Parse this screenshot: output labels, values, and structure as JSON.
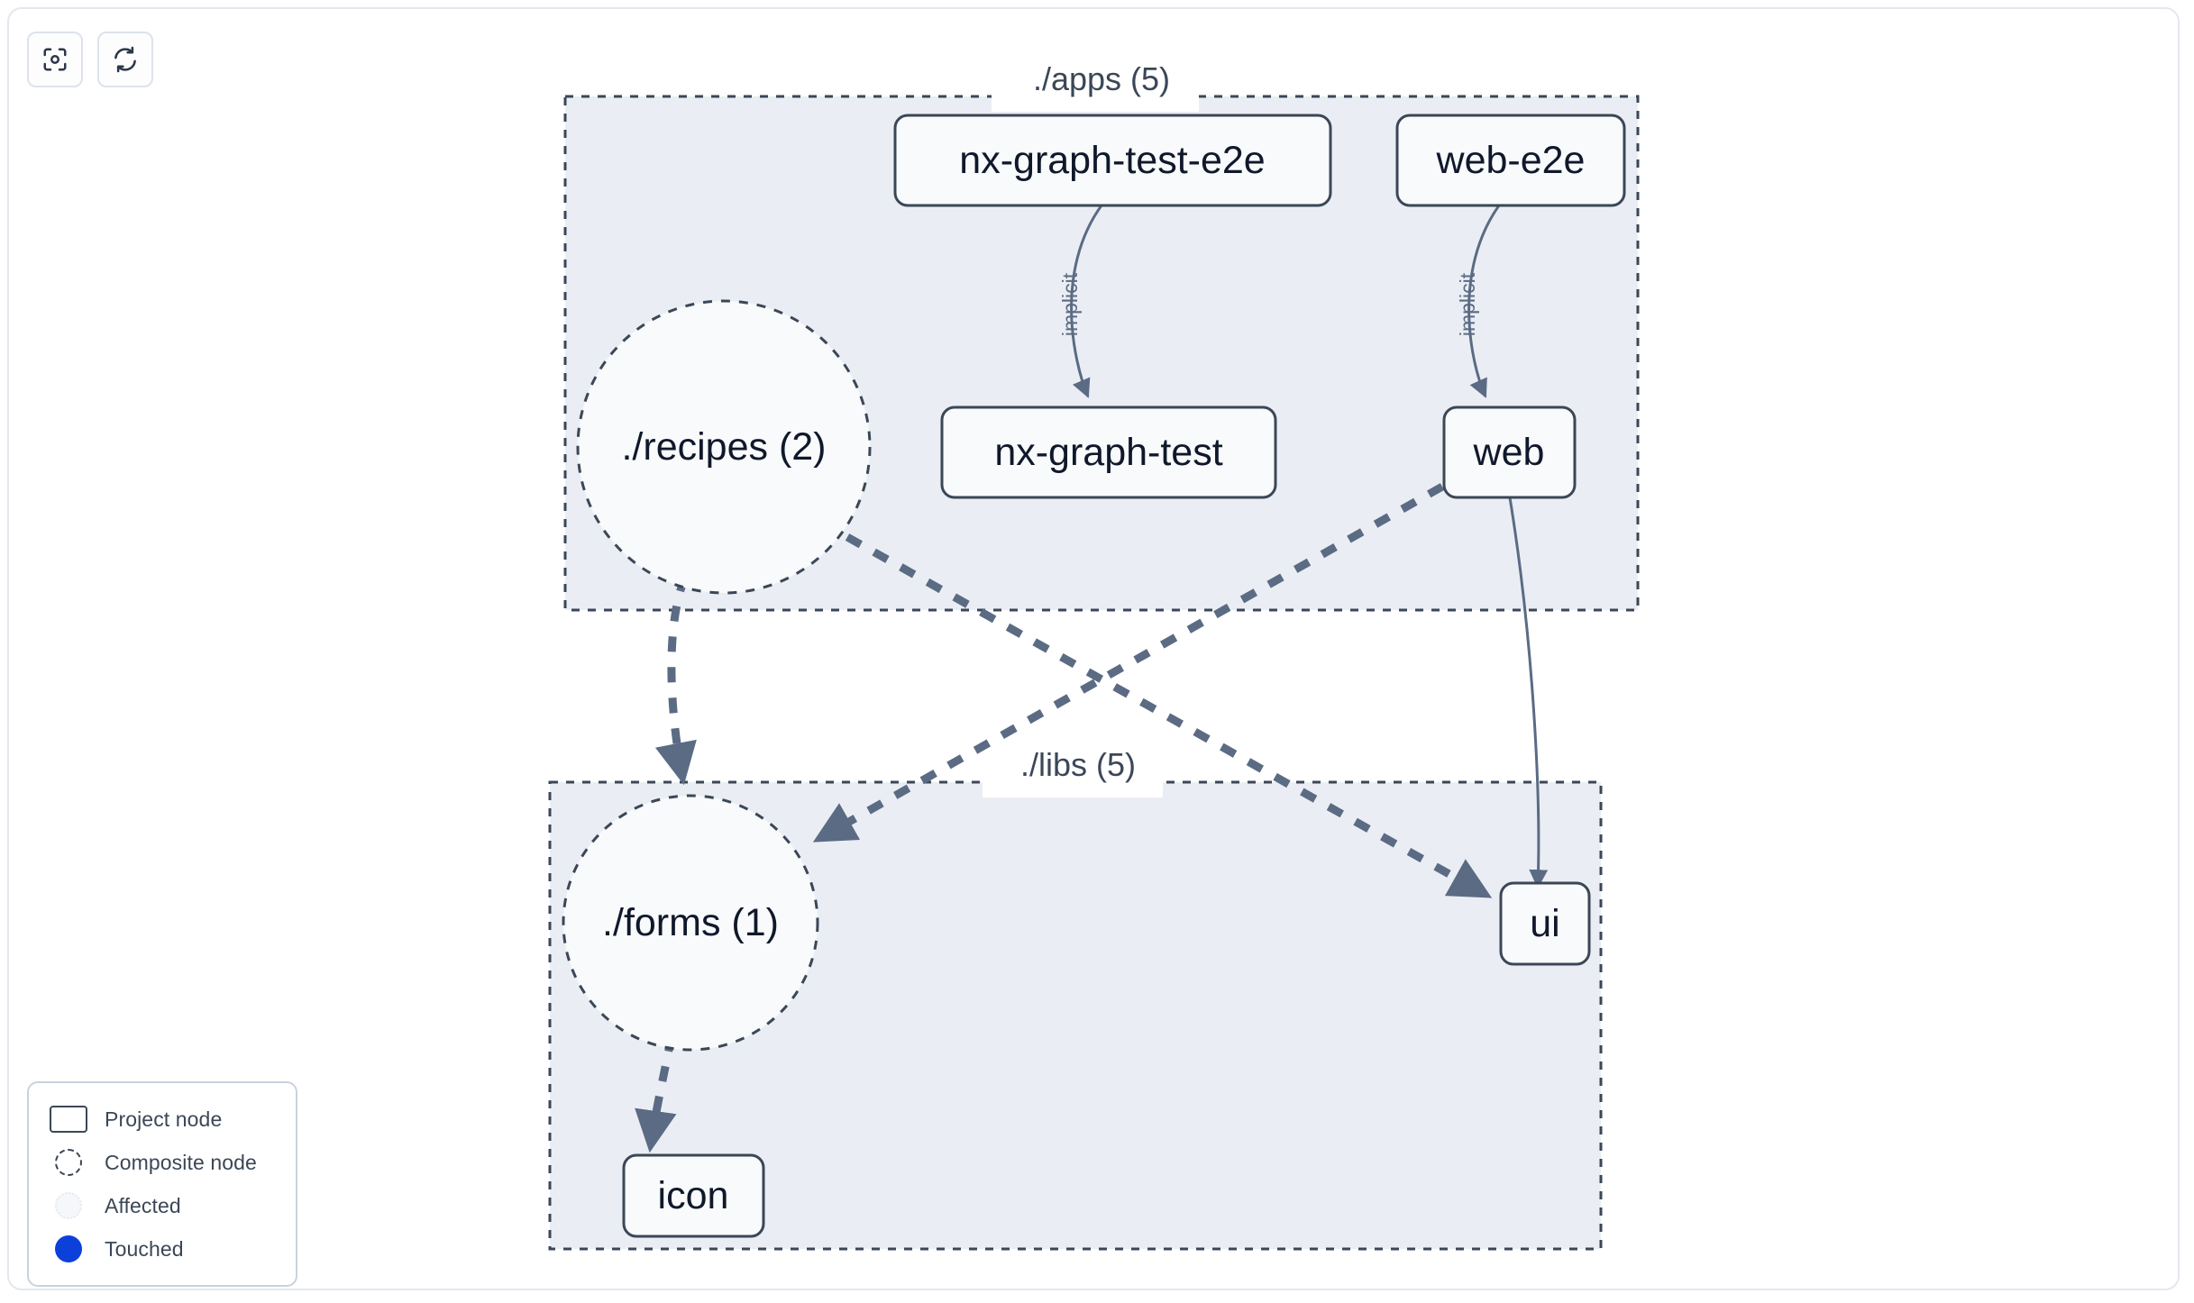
{
  "toolbar": {
    "buttons": [
      {
        "name": "focus-graph-button",
        "icon": "focus-target-icon",
        "label": "Focus graph"
      },
      {
        "name": "refresh-graph-button",
        "icon": "refresh-icon",
        "label": "Refresh graph"
      }
    ]
  },
  "legend": {
    "items": [
      {
        "swatch": "project-node-swatch",
        "label": "Project node"
      },
      {
        "swatch": "composite-node-swatch",
        "label": "Composite node"
      },
      {
        "swatch": "affected-swatch",
        "label": "Affected"
      },
      {
        "swatch": "touched-swatch",
        "label": "Touched"
      }
    ]
  },
  "graph": {
    "groups": [
      {
        "id": "apps",
        "label": "./apps (5)"
      },
      {
        "id": "libs",
        "label": "./libs (5)"
      }
    ],
    "nodes": [
      {
        "id": "nx-graph-test-e2e",
        "label": "nx-graph-test-e2e",
        "shape": "rect",
        "group": "apps"
      },
      {
        "id": "web-e2e",
        "label": "web-e2e",
        "shape": "rect",
        "group": "apps"
      },
      {
        "id": "nx-graph-test",
        "label": "nx-graph-test",
        "shape": "rect",
        "group": "apps"
      },
      {
        "id": "web",
        "label": "web",
        "shape": "rect",
        "group": "apps"
      },
      {
        "id": "recipes",
        "label": "./recipes (2)",
        "shape": "circle",
        "group": "apps"
      },
      {
        "id": "forms",
        "label": "./forms (1)",
        "shape": "circle",
        "group": "libs"
      },
      {
        "id": "ui",
        "label": "ui",
        "shape": "rect",
        "group": "libs"
      },
      {
        "id": "icon",
        "label": "icon",
        "shape": "rect",
        "group": "libs"
      }
    ],
    "edges": [
      {
        "from": "nx-graph-test-e2e",
        "to": "nx-graph-test",
        "style": "solid",
        "label": "implicit"
      },
      {
        "from": "web-e2e",
        "to": "web",
        "style": "solid",
        "label": "implicit"
      },
      {
        "from": "web",
        "to": "ui",
        "style": "solid",
        "label": ""
      },
      {
        "from": "recipes",
        "to": "forms",
        "style": "dashed",
        "label": ""
      },
      {
        "from": "recipes",
        "to": "ui",
        "style": "dashed",
        "label": ""
      },
      {
        "from": "web",
        "to": "forms",
        "style": "dashed",
        "label": ""
      },
      {
        "from": "forms",
        "to": "icon",
        "style": "dashed",
        "label": ""
      }
    ]
  },
  "colors": {
    "group_fill": "#eaeef4",
    "group_border": "#3b4757",
    "node_fill": "#f8fafb",
    "node_border": "#3b4757",
    "node_text": "#10182b",
    "edge": "#5b6b84",
    "label_text": "#3b4757",
    "touched": "#0b40db",
    "canvas_border": "#e4e7ee"
  }
}
